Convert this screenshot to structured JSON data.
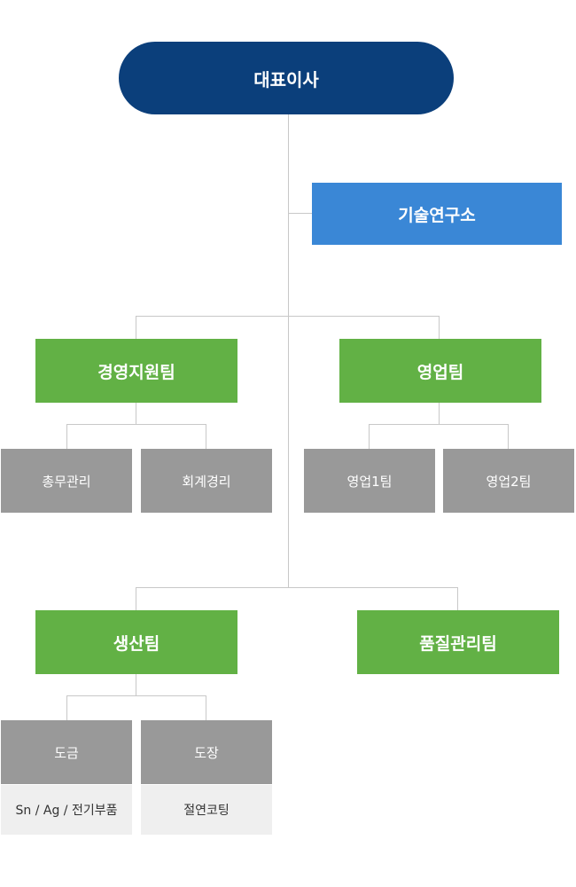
{
  "org": {
    "ceo": "대표이사",
    "lab": "기술연구소",
    "management": {
      "label": "경영지원팀",
      "subs": [
        "총무관리",
        "회계경리"
      ]
    },
    "sales": {
      "label": "영업팀",
      "subs": [
        "영업1팀",
        "영업2팀"
      ]
    },
    "production": {
      "label": "생산팀",
      "subs": [
        {
          "label": "도금",
          "detail": "Sn / Ag / 전기부품"
        },
        {
          "label": "도장",
          "detail": "절연코팅"
        }
      ]
    },
    "quality": {
      "label": "품질관리팀"
    }
  },
  "colors": {
    "ceo": "#0b3f7b",
    "lab": "#3a87d6",
    "team": "#62b145",
    "sub": "#999999",
    "detail_bg": "#efefef",
    "connector": "#c8c8c8"
  }
}
